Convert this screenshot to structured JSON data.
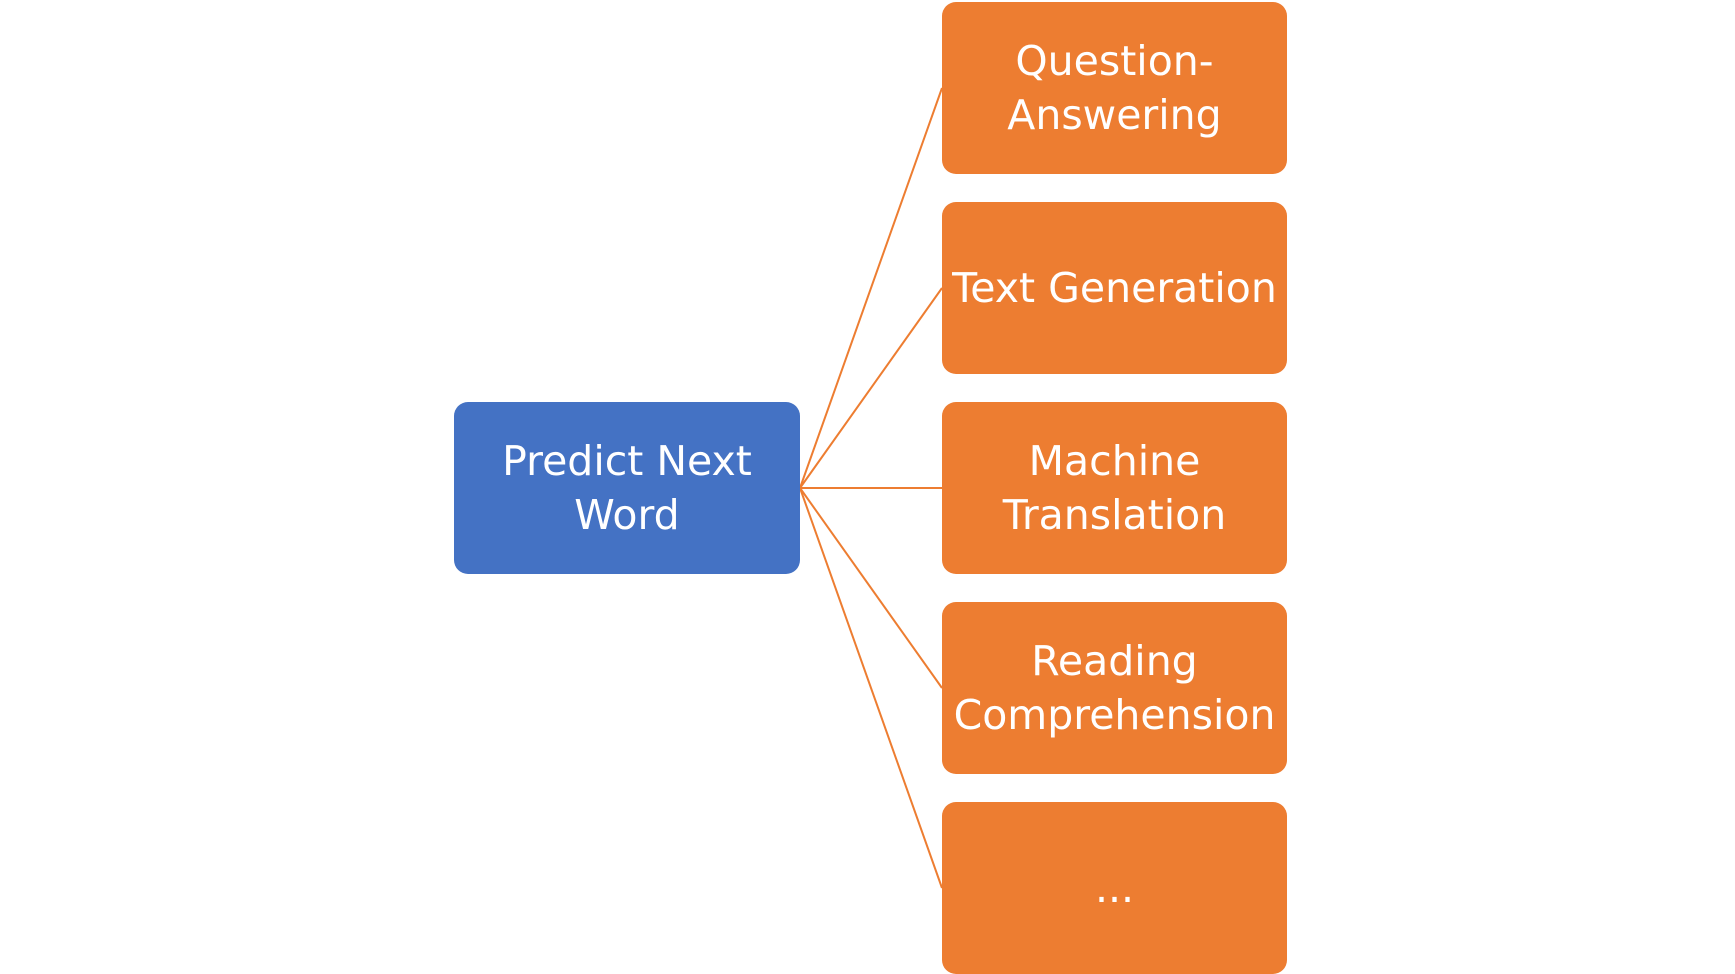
{
  "colors": {
    "root_fill": "#4472C4",
    "child_fill": "#ED7D31",
    "connector": "#ED7D31",
    "text": "#FFFFFF"
  },
  "root": {
    "label": "Predict Next\nWord"
  },
  "children": [
    {
      "label": "Question-\nAnswering"
    },
    {
      "label": "Text Generation"
    },
    {
      "label": "Machine\nTranslation"
    },
    {
      "label": "Reading\nComprehension"
    },
    {
      "label": "..."
    }
  ]
}
